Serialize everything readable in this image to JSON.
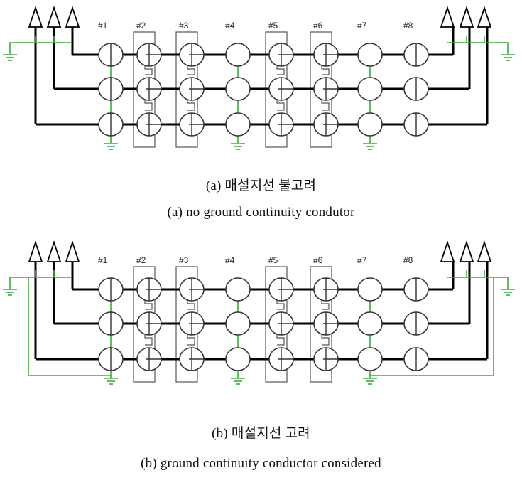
{
  "section_labels": [
    "#1",
    "#2",
    "#3",
    "#4",
    "#5",
    "#6",
    "#7",
    "#8"
  ],
  "section_types": [
    "half",
    "cross",
    "cross",
    "empty",
    "cross",
    "cross",
    "empty",
    "half"
  ],
  "colors": {
    "conductor": "#000000",
    "ground": "#3cab3c",
    "bracket": "#555555"
  },
  "panel_a": {
    "caption_korean": "(a)  매설지선 불고려",
    "caption_english": "(a)  no  ground  continuity  condutor",
    "ground_continuity_conductor": false
  },
  "panel_b": {
    "caption_korean": "(b)  매설지선  고려",
    "caption_english": "(b)  ground  continuity  conductor  considered",
    "ground_continuity_conductor": true
  }
}
